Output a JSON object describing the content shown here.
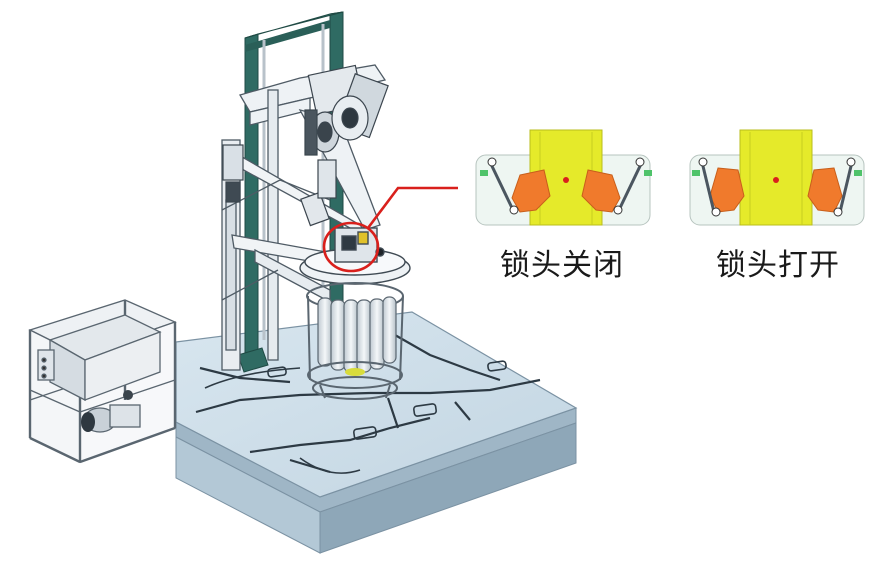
{
  "labels": {
    "lock_closed": "锁头关闭",
    "lock_open": "锁头打开"
  },
  "colors": {
    "platform": "#c9dbe6",
    "platform_side": "#a9c0cf",
    "tower_green": "#2f6b63",
    "frame_gray": "#d6dde3",
    "hpu_frame": "#c4ccd3",
    "latch_yellow": "#e5ea2a",
    "latch_orange": "#f07a2c",
    "callout_red": "#d9201c",
    "basket_white": "#eef2f5"
  },
  "icons": [
    "highlight-circle",
    "callout-line"
  ]
}
